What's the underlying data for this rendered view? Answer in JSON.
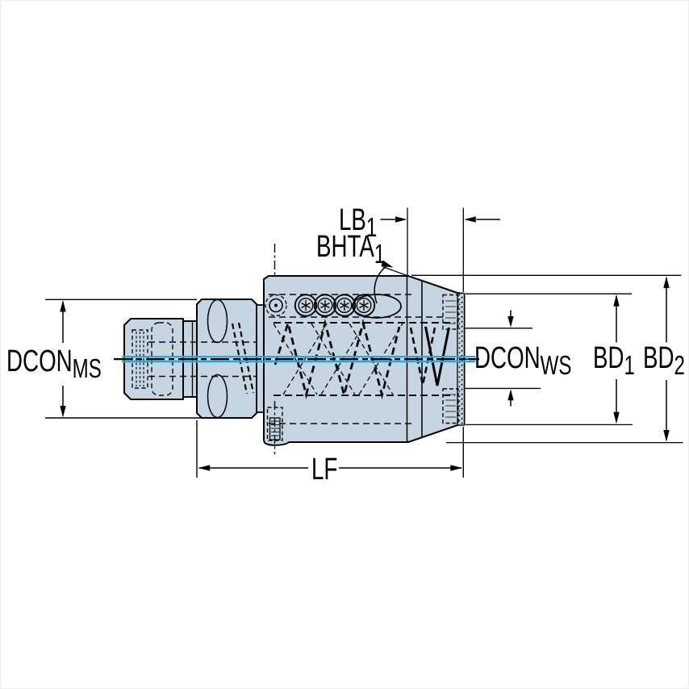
{
  "drawing": {
    "labels": {
      "lb1": {
        "text": "LB",
        "sub": "1"
      },
      "bhta1": {
        "text": "BHTA",
        "sub": "1"
      },
      "dcon_ms": {
        "text": "DCON",
        "sub": "MS"
      },
      "dcon_ws": {
        "text": "DCON",
        "sub": "WS"
      },
      "bd1": {
        "text": "BD",
        "sub": "1"
      },
      "bd2": {
        "text": "BD",
        "sub": "2"
      },
      "lf": {
        "text": "LF",
        "sub": ""
      }
    },
    "colors": {
      "background": "#ffffff",
      "body_fill": "#c5d6e2",
      "outline": "#000000",
      "centerline_accent": "#29a8e0"
    }
  }
}
